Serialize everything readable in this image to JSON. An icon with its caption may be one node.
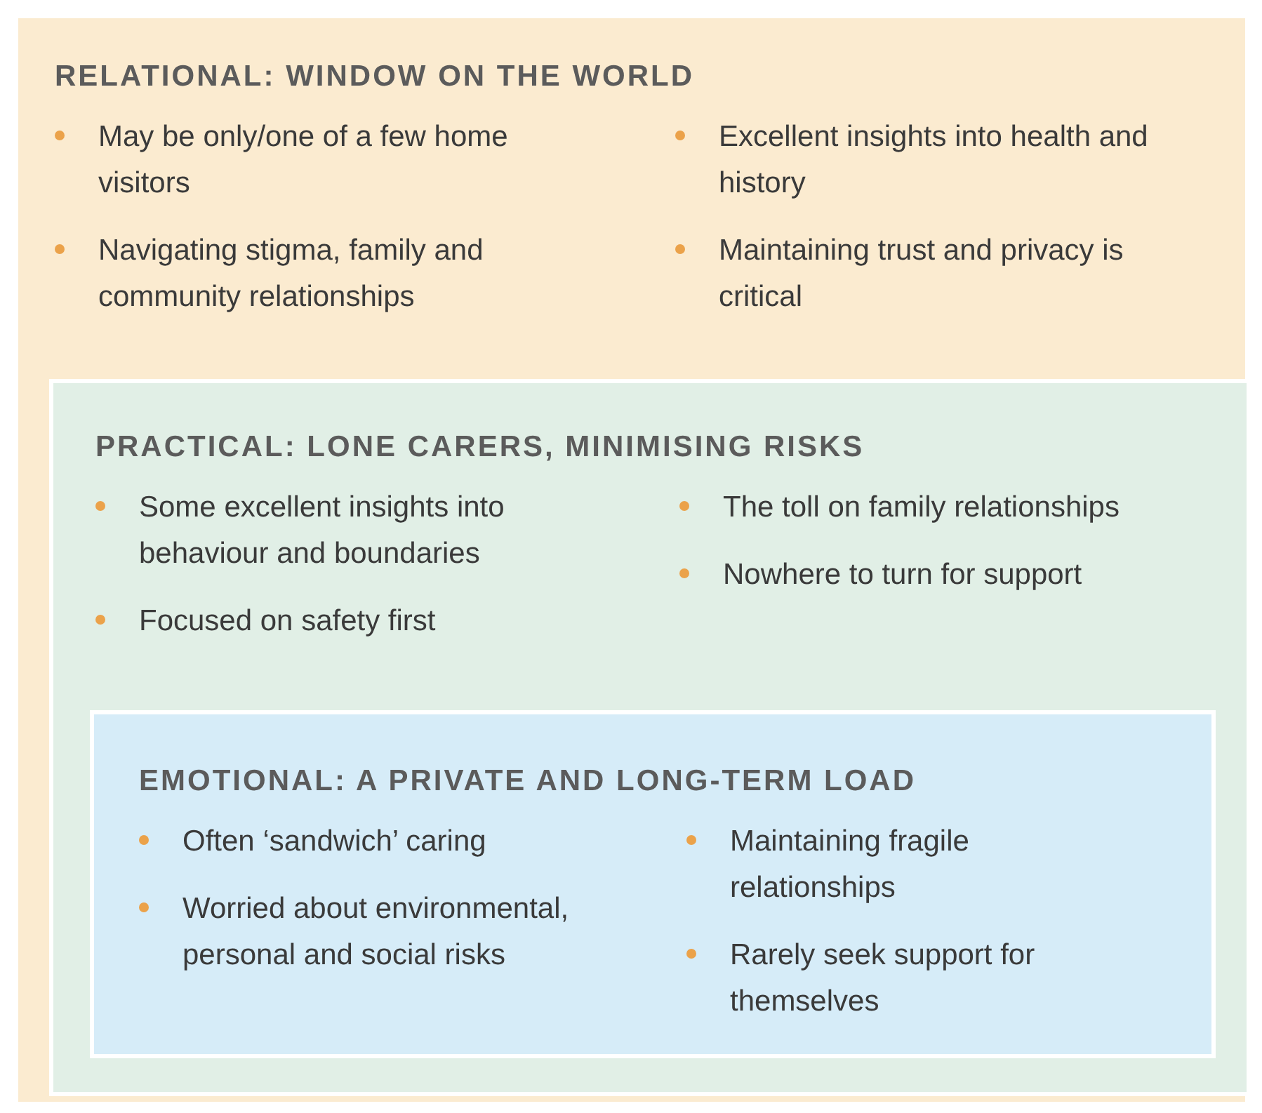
{
  "diagram": {
    "nodes": [
      {
        "text": [
          "RELATIONAL: WINDOW ON THE WORLD",
          "May be only/one of a few home visitors",
          "Navigating stigma, family and community relationships",
          "Excellent insights into health and history",
          "Maintaining trust and privacy is critical"
        ]
      },
      {
        "text": [
          "PRACTICAL: LONE CARERS, MINIMISING RISKS",
          "Some excellent insights into behaviour and boundaries",
          "Focused on safety first",
          "The toll on family relationships",
          "Nowhere to turn for support"
        ],
        "in": 0
      },
      {
        "text": [
          "EMOTIONAL: A PRIVATE AND LONG-TERM LOAD",
          "Often ‘sandwich’ caring",
          "Worried about environmental, personal and social risks",
          "Maintaining fragile relationships",
          "Rarely seek support for themselves"
        ],
        "in": 1
      }
    ]
  }
}
